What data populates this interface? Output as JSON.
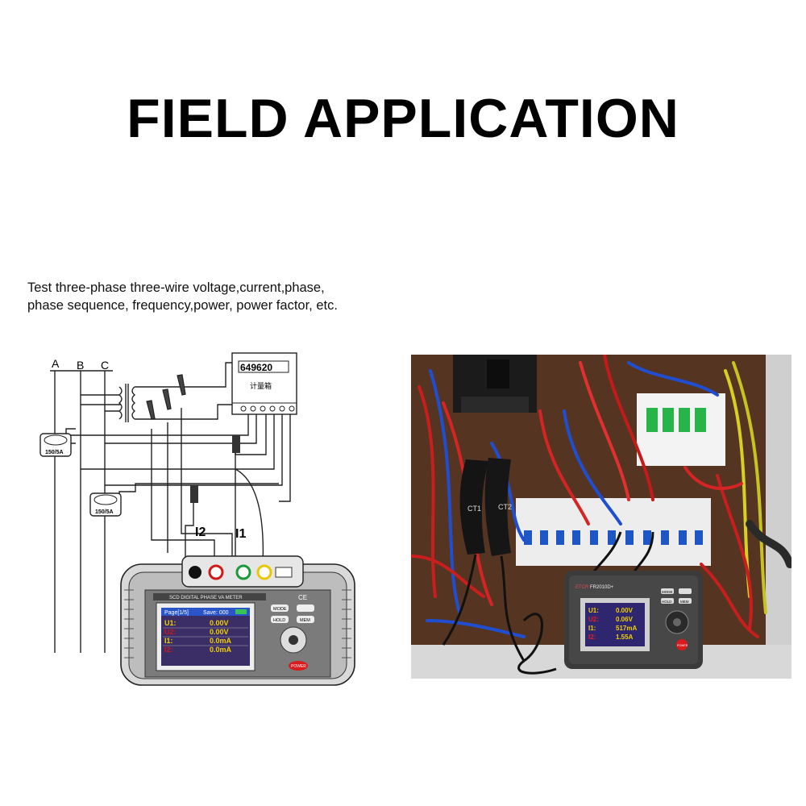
{
  "page": {
    "title": "FIELD APPLICATION",
    "description_lines": [
      "Test three-phase three-wire voltage,current,phase,",
      "phase sequence, frequency,power, power factor, etc."
    ]
  },
  "diagram": {
    "phases": [
      "A",
      "B",
      "C"
    ],
    "meter_reading": "649620",
    "meter_label": "计量箱",
    "ct_label": "150/5A",
    "clamp_labels": [
      "I2",
      "I1"
    ],
    "device": {
      "model": "SCD DIGITAL PHASE VA METER",
      "ce_mark": "CE",
      "screen_header_page": "Page[1/5]",
      "screen_header_save": "Save: 000",
      "readings": [
        {
          "label": "U1:",
          "value": "0.00V"
        },
        {
          "label": "U2:",
          "value": "0.00V"
        },
        {
          "label": "I1:",
          "value": "0.0mA"
        },
        {
          "label": "I2:",
          "value": "0.0mA"
        }
      ],
      "buttons": {
        "mode": "MODE",
        "hold": "HOLD",
        "mem": "MEM",
        "power": "POWER"
      }
    }
  },
  "photo": {
    "clamp_labels": [
      "CT1",
      "CT2"
    ],
    "device_brand": "ETCR",
    "device_model": "FR2010D+",
    "readings": [
      {
        "label": "U1:",
        "value": "0.00V"
      },
      {
        "label": "U2:",
        "value": "0.06V"
      },
      {
        "label": "I1:",
        "value": "517mA"
      },
      {
        "label": "I2:",
        "value": "1.55A"
      }
    ],
    "buttons": {
      "mode": "MODE",
      "hold": "HOLD",
      "mem": "MEM",
      "power": "POWER"
    }
  },
  "colors": {
    "screen_bg": "#3b2d66",
    "reading_yellow": "#f0d000",
    "jack_red": "#d01818",
    "jack_green": "#1a9a3a",
    "jack_yellow": "#e8c800",
    "power_red": "#d81b1b"
  }
}
